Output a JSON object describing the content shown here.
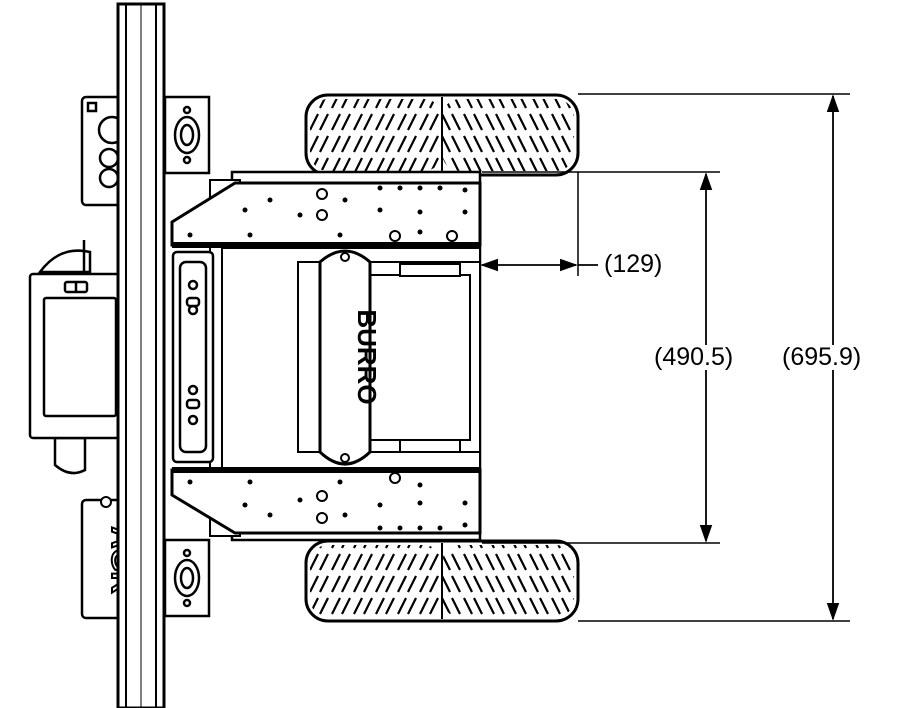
{
  "dimensions": {
    "offset": "(129)",
    "inner_width": "(490.5)",
    "overall_width": "(695.9)"
  },
  "branding": {
    "center_logo": "BURRO",
    "rear_logo": "AGR"
  },
  "colors": {
    "line": "#000000",
    "background": "#ffffff"
  }
}
